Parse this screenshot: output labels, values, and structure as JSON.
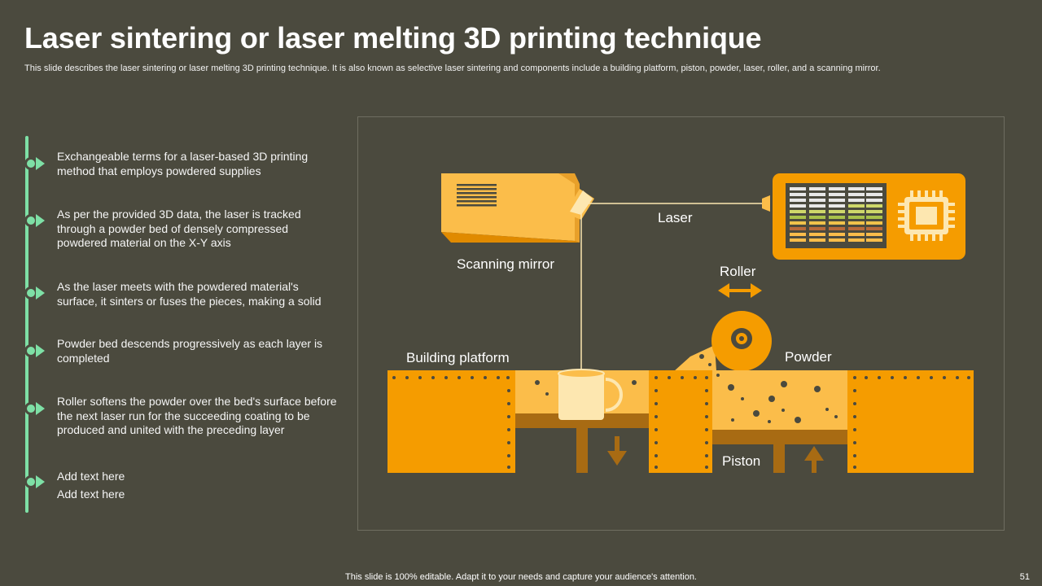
{
  "slide": {
    "title": "Laser sintering or laser melting 3D printing technique",
    "subtitle": "This slide describes the laser sintering or laser melting 3D printing technique. It is also known as selective laser sintering and components include a building platform, piston, powder, laser, roller, and a scanning mirror."
  },
  "bullets": [
    {
      "text": "Exchangeable terms for a laser-based 3D printing method that employs powdered supplies"
    },
    {
      "text": "As per the provided 3D data, the laser is tracked through a powder bed of densely compressed powdered material on the X-Y axis"
    },
    {
      "text": "As the laser meets with the powdered material's surface, it sinters or fuses the pieces, making a solid"
    },
    {
      "text": "Powder bed descends progressively as each layer is completed"
    },
    {
      "text": "Roller softens the powder over the bed's surface before the next laser run for the succeeding coating to be produced and united with the preceding layer"
    },
    {
      "text": "Add text here\nAdd text here"
    }
  ],
  "diagram": {
    "labels": {
      "laser": "Laser",
      "scanning_mirror": "Scanning mirror",
      "roller": "Roller",
      "building_platform": "Building platform",
      "powder": "Powder",
      "piston": "Piston"
    }
  },
  "colors": {
    "background": "#4b4a3e",
    "accent_green": "#7ee0a6",
    "orange": "#f59c00",
    "light_orange": "#fbbd4a",
    "brown": "#a86b13"
  },
  "footer": {
    "note": "This slide is 100% editable. Adapt it to your needs and capture your audience's attention.",
    "page_number": "51"
  }
}
